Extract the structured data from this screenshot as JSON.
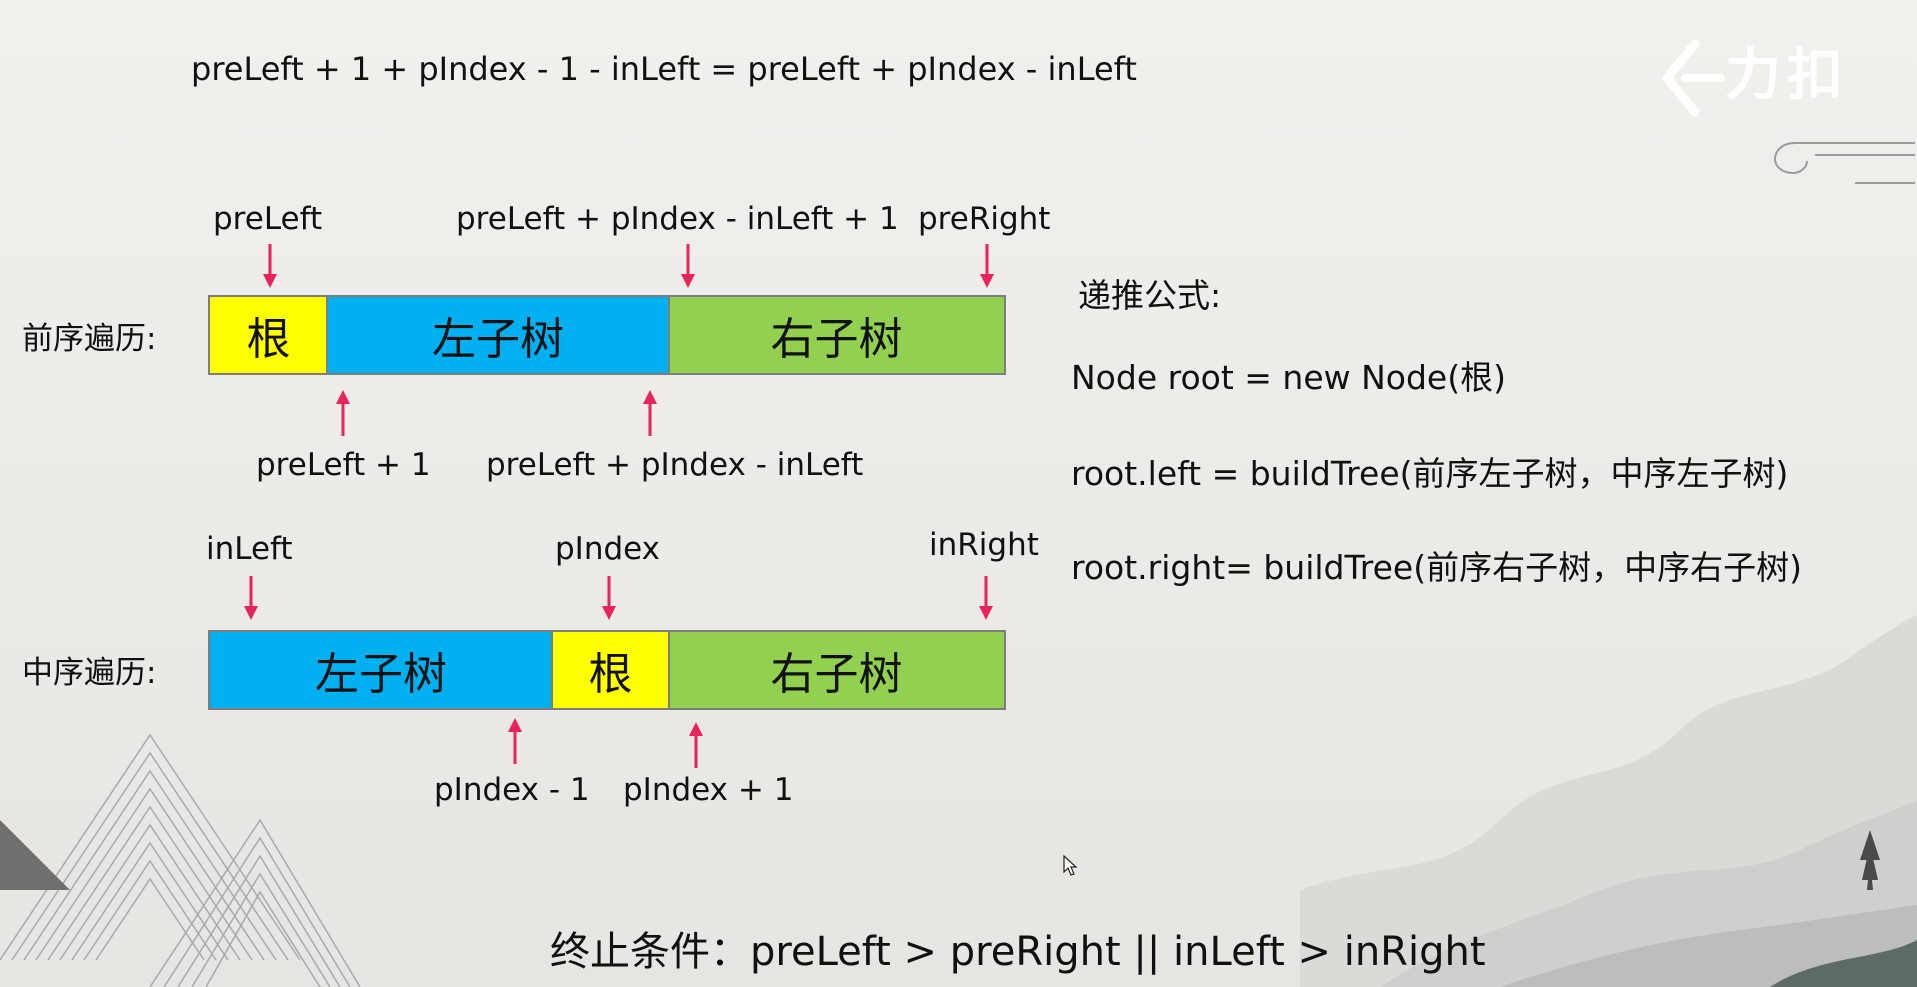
{
  "top_formula": "preLeft + 1 + pIndex - 1 - inLeft = preLeft + pIndex - inLeft",
  "logo": {
    "text": "力扣"
  },
  "preorder": {
    "row_label": "前序遍历:",
    "cells": [
      "根",
      "左子树",
      "右子树"
    ],
    "above": [
      "preLeft",
      "preLeft + pIndex - inLeft + 1",
      "preRight"
    ],
    "below": [
      "preLeft + 1",
      "preLeft + pIndex - inLeft"
    ]
  },
  "inorder": {
    "row_label": "中序遍历:",
    "cells": [
      "左子树",
      "根",
      "右子树"
    ],
    "above": [
      "inLeft",
      "pIndex",
      "inRight"
    ],
    "below": [
      "pIndex - 1",
      "pIndex + 1"
    ]
  },
  "recurrence": {
    "title": "递推公式:",
    "lines": [
      "Node root = new Node(根)",
      "root.left = buildTree(前序左子树，中序左子树)",
      "root.right= buildTree(前序右子树，中序右子树)"
    ]
  },
  "termination": "终止条件：preLeft > preRight || inLeft > inRight",
  "colors": {
    "root": "#ffff00",
    "left": "#00b0f0",
    "right": "#92d050",
    "arrow": "#e8245a"
  }
}
